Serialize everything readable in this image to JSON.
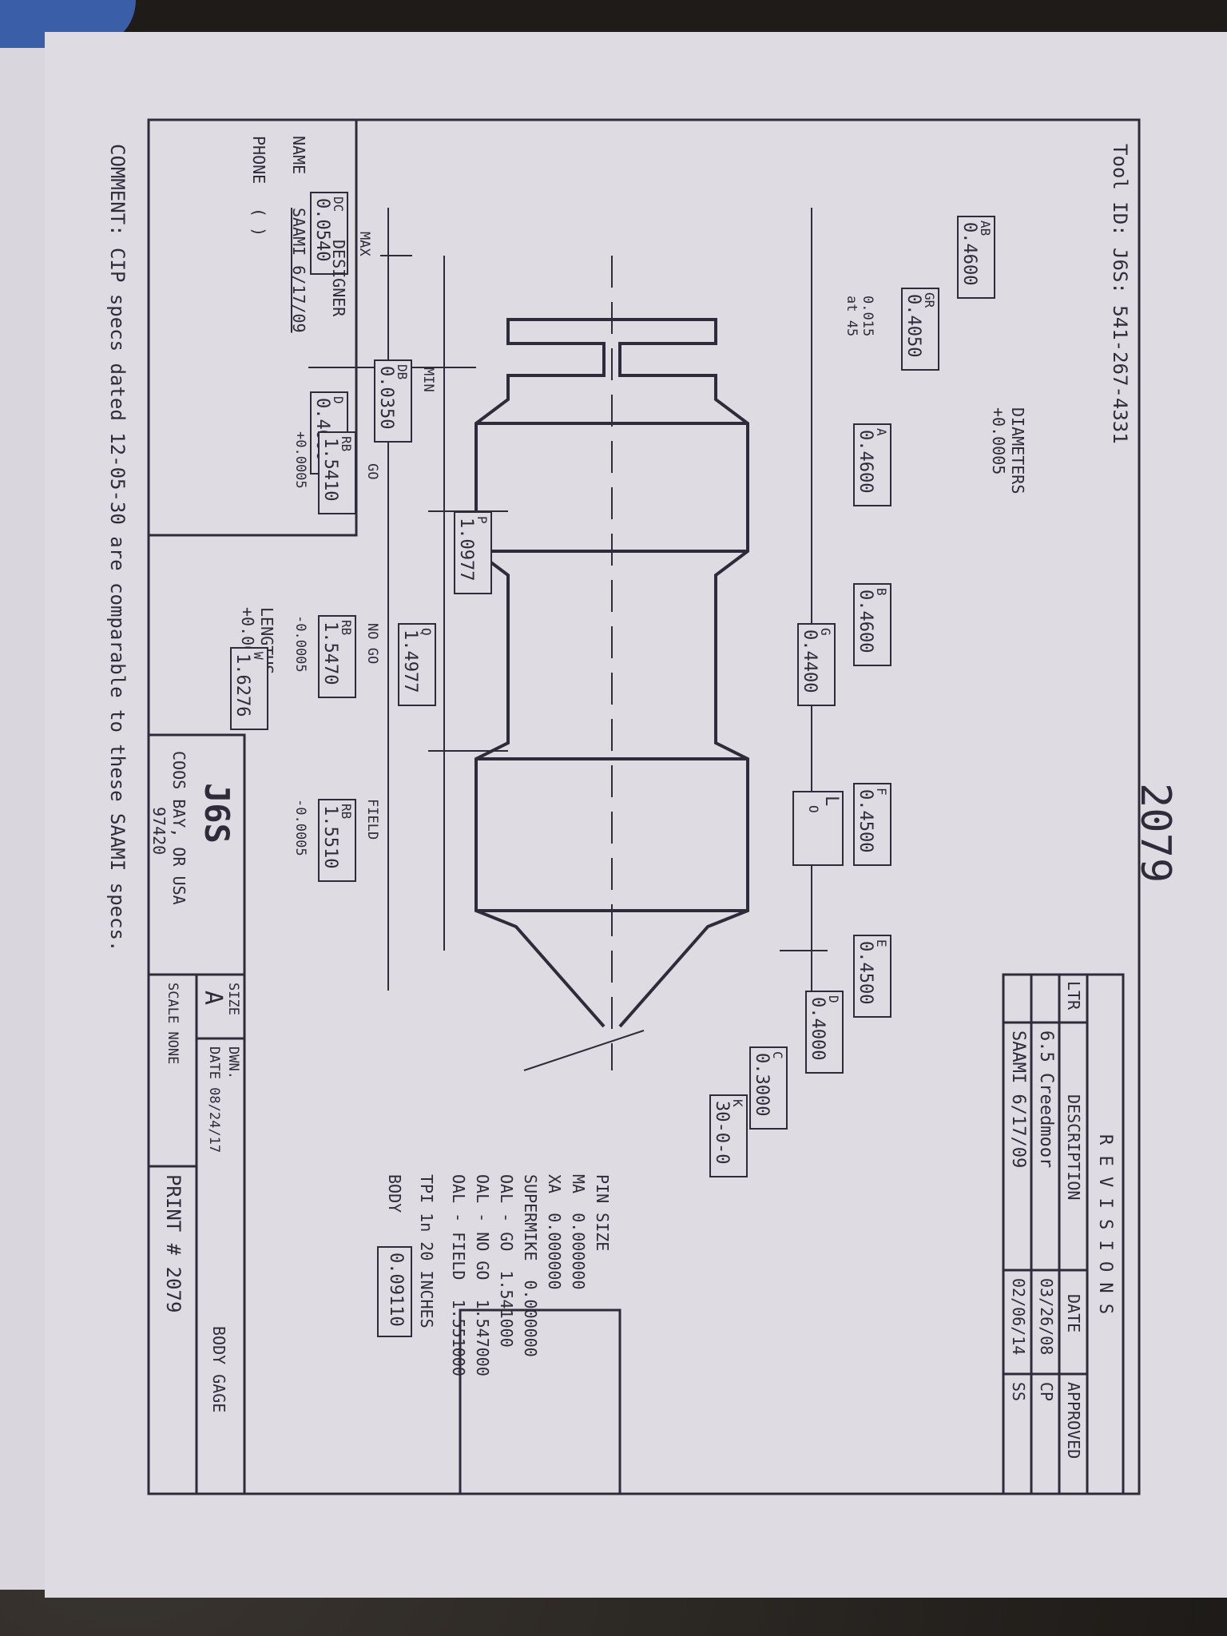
{
  "tool_id": "Tool ID: J6S: 541-267-4331",
  "print_number_big": "2079",
  "revisions": {
    "title": "R E V I S I O N S",
    "headers": [
      "LTR",
      "DESCRIPTION",
      "DATE",
      "APPROVED"
    ],
    "rows": [
      {
        "ltr": "",
        "desc": "6.5 Creedmoor",
        "date": "03/26/08",
        "appr": "CP"
      },
      {
        "ltr": "",
        "desc": "SAAMI 6/17/09",
        "date": "02/06/14",
        "appr": "SS"
      }
    ]
  },
  "diameters_note": [
    "DIAMETERS",
    "+0.0005"
  ],
  "lengths_note": [
    "LENGTHS",
    "+0.0050"
  ],
  "dims": {
    "ab": {
      "label": "AB",
      "value": "0.4600"
    },
    "gr": {
      "label": "GR",
      "value": "0.4050"
    },
    "chamfer": [
      "0.015",
      "at 45"
    ],
    "a": {
      "label": "A",
      "value": "0.4600"
    },
    "b": {
      "label": "B",
      "value": "0.4600"
    },
    "g": {
      "label": "G",
      "value": "0.4400"
    },
    "f": {
      "label": "F",
      "value": "0.4500"
    },
    "lo": {
      "label": "L",
      "sub": "O"
    },
    "e": {
      "label": "E",
      "value": "0.4500"
    },
    "d": {
      "label": "D",
      "value": "0.4000"
    },
    "c": {
      "label": "C",
      "value": "0.3000"
    },
    "k": {
      "label": "K",
      "value": "30-0-0"
    },
    "max_label": "MAX",
    "dc": {
      "label": "DC",
      "value": "0.0540"
    },
    "min_label": "MIN",
    "db": {
      "label": "DB",
      "value": "0.0350"
    },
    "d2": {
      "label": "D",
      "value": "0.4000"
    },
    "p": {
      "label": "P",
      "value": "1.0977"
    },
    "q": {
      "label": "Q",
      "value": "1.4977"
    },
    "w": {
      "label": "W",
      "value": "1.6276"
    },
    "go_label": "GO",
    "rb_go": {
      "label": "RB",
      "value": "1.5410",
      "tol": "+0.0005"
    },
    "nogo_label": "NO GO",
    "rb_nogo": {
      "label": "RB",
      "value": "1.5470",
      "tol": "-0.0005"
    },
    "field_label": "FIELD",
    "rb_field": {
      "label": "RB",
      "value": "1.5510",
      "tol": "-0.0005"
    }
  },
  "pin_size": {
    "title": "PIN SIZE",
    "rows": [
      {
        "k": "MA",
        "v": "0.000000"
      },
      {
        "k": "XA",
        "v": "0.000000"
      },
      {
        "k": "SUPERMIKE",
        "v": "0.000000"
      },
      {
        "k": "OAL - GO",
        "v": "1.541000"
      },
      {
        "k": "OAL - NO GO",
        "v": "1.547000"
      },
      {
        "k": "OAL - FIELD",
        "v": "1.551000"
      }
    ],
    "tpi": "TPI 1n 20 INCHES",
    "body_label": "BODY",
    "body_value": "0.09110"
  },
  "designer": {
    "title": "DESIGNER",
    "name_label": "NAME",
    "name_value": "SAAMI 6/17/09",
    "phone_label": "PHONE",
    "phone_value": "(      )"
  },
  "company": {
    "logo": "J6S",
    "address1": "COOS BAY, OR USA",
    "address2": "97420"
  },
  "title_block": {
    "size_label": "SIZE",
    "size_value": "A",
    "dwn_label": "DWN.",
    "date": "DATE 08/24/17",
    "scale": "SCALE  NONE",
    "print": "PRINT # 2079",
    "body_gage": "BODY GAGE"
  },
  "comment": "COMMENT: CIP specs dated 12-05-30 are comparable to these SAAMI specs."
}
